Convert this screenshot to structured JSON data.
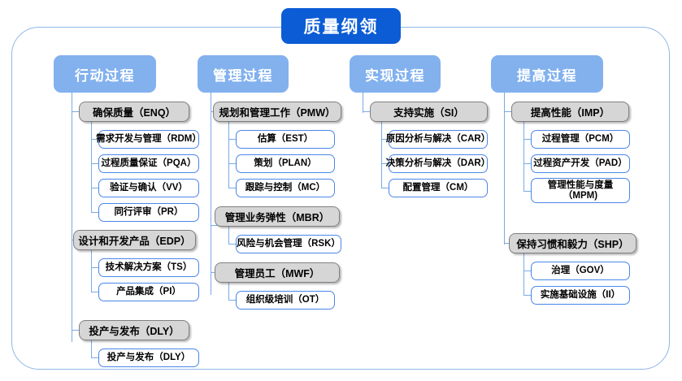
{
  "diagram": {
    "title": "质量纲领",
    "type": "hierarchy-tree",
    "colors": {
      "title_fill": "#0B5CD5",
      "header_fill": "#82B1EE",
      "group_fill": "#D6D6D6",
      "group_border": "#808080",
      "leaf_border": "#4A86E8",
      "connector": "#7AAAE6",
      "frame_border": "#8FB7E8",
      "background": "#FFFFFF"
    },
    "columns": [
      {
        "header": "行动过程",
        "groups": [
          {
            "label": "确保质量（ENQ）",
            "children": [
              "需求开发与管理（RDM）",
              "过程质量保证（PQA）",
              "验证与确认（VV）",
              "同行评审（PR）"
            ]
          },
          {
            "label": "设计和开发产品（EDP）",
            "children": [
              "技术解决方案（TS）",
              "产品集成（PI）"
            ]
          },
          {
            "label": "投产与发布（DLY）",
            "children": [
              "投产与发布（DLY）"
            ]
          }
        ]
      },
      {
        "header": "管理过程",
        "groups": [
          {
            "label": "规划和管理工作（PMW）",
            "children": [
              "估算（EST）",
              "策划（PLAN）",
              "跟踪与控制（MC）"
            ]
          },
          {
            "label": "管理业务弹性（MBR）",
            "children": [
              "风险与机会管理（RSK）"
            ]
          },
          {
            "label": "管理员工（MWF）",
            "children": [
              "组织级培训（OT）"
            ]
          }
        ]
      },
      {
        "header": "实现过程",
        "groups": [
          {
            "label": "支持实施（SI）",
            "children": [
              "原因分析与解决（CAR）",
              "决策分析与解决（DAR）",
              "配置管理（CM）"
            ]
          }
        ]
      },
      {
        "header": "提高过程",
        "groups": [
          {
            "label": "提高性能（IMP）",
            "children": [
              "过程管理（PCM）",
              "过程资产开发（PAD）",
              "管理性能与度量（MPM)"
            ]
          },
          {
            "label": "保持习惯和毅力（SHP）",
            "children": [
              "治理（GOV）",
              "实施基础设施（II）"
            ]
          }
        ]
      }
    ]
  }
}
